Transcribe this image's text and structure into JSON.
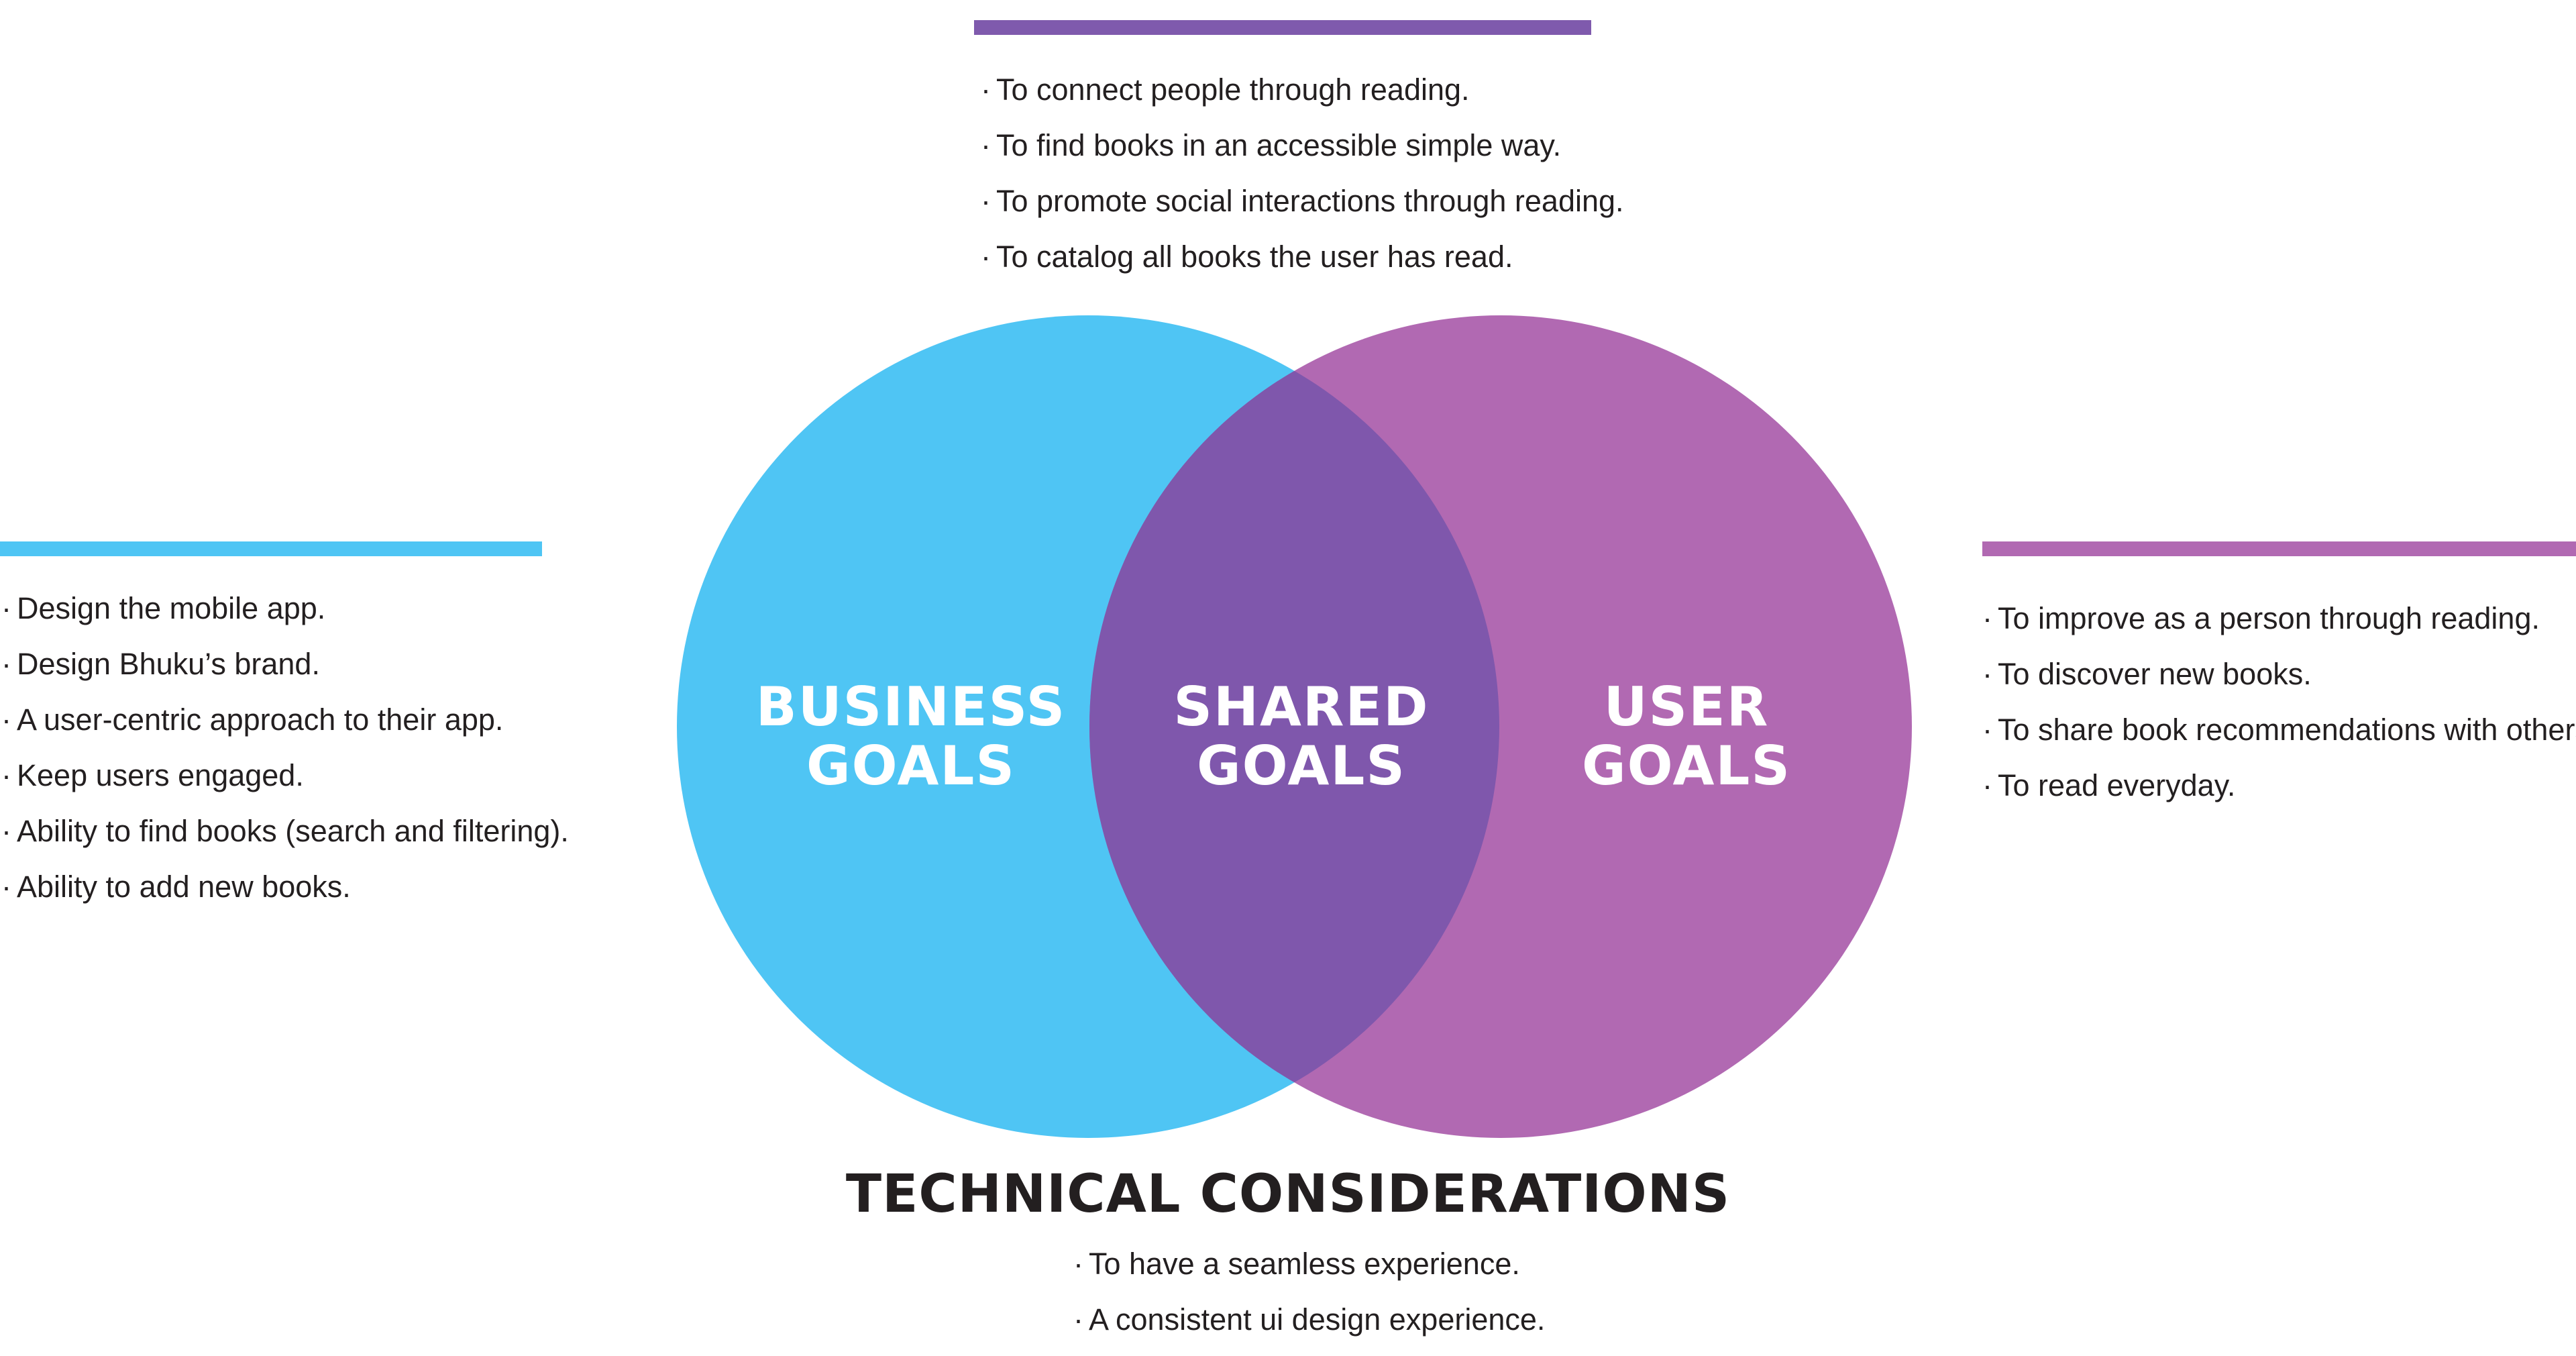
{
  "colors": {
    "business": "#4fc5f4",
    "user": "#b169b2",
    "shared": "#7f57ac",
    "top_bar": "#7f5aad",
    "left_bar": "#4fc5f4",
    "right_bar": "#b169b2",
    "text": "#231f20"
  },
  "bullet_char": "·",
  "circles": {
    "business": {
      "line1": "BUSINESS",
      "line2": "GOALS"
    },
    "shared": {
      "line1": "SHARED",
      "line2": "GOALS"
    },
    "user": {
      "line1": "USER",
      "line2": "GOALS"
    }
  },
  "shared_goals": {
    "items": [
      "To connect people through reading.",
      "To find books in an accessible simple way.",
      "To promote social interactions through reading.",
      "To catalog all books the user has read."
    ]
  },
  "business_goals": {
    "items": [
      "Design the mobile app.",
      "Design Bhuku’s brand.",
      "A user-centric approach to their app.",
      "Keep users engaged.",
      "Ability to find books (search and filtering).",
      "Ability to add new books."
    ]
  },
  "user_goals": {
    "items": [
      "To improve as a person through reading.",
      "To discover new books.",
      "To share book recommendations with others.",
      "To read everyday."
    ]
  },
  "technical": {
    "title": "TECHNICAL CONSIDERATIONS",
    "items": [
      "To have a seamless experience.",
      "A consistent ui design experience."
    ]
  }
}
